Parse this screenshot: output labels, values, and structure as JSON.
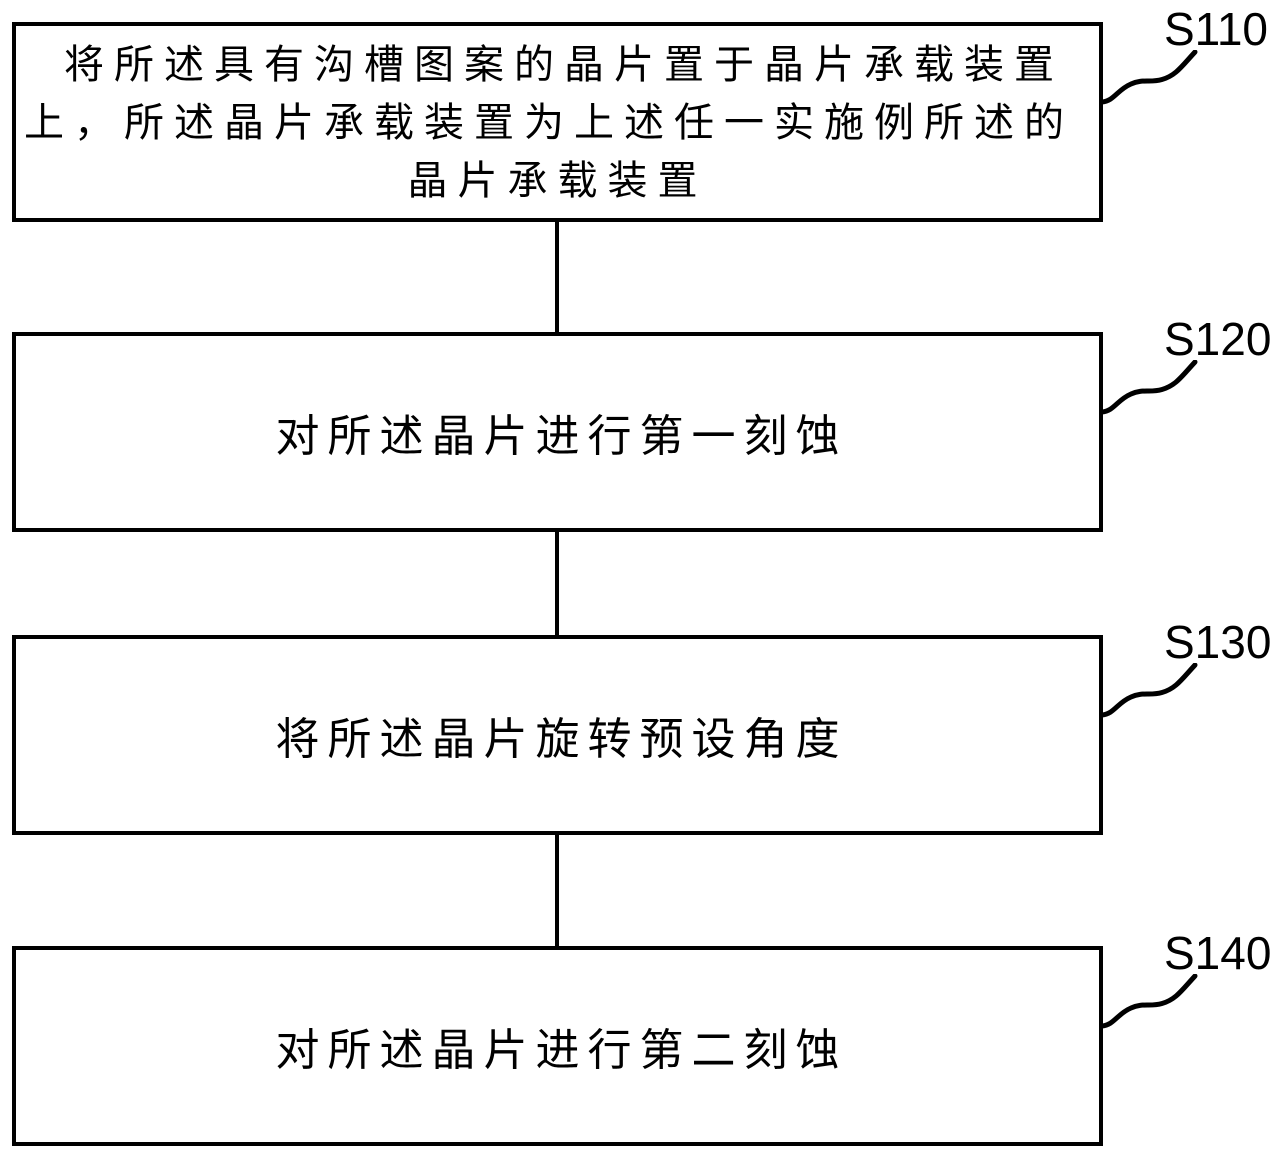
{
  "figure": {
    "background": "#ffffff",
    "stroke": "#000000",
    "text_color": "#000000",
    "type": "patent-method-flowchart"
  },
  "steps": [
    {
      "label": "S110",
      "lines": [
        "将所述具有沟槽图案的晶片置于晶片承载装置",
        "上，所述晶片承载装置为上述任一实施例所述的",
        "晶片承载装置"
      ]
    },
    {
      "label": "S120",
      "lines": [
        "对所述晶片进行第一刻蚀"
      ]
    },
    {
      "label": "S130",
      "lines": [
        "将所述晶片旋转预设角度"
      ]
    },
    {
      "label": "S140",
      "lines": [
        "对所述晶片进行第二刻蚀"
      ]
    }
  ]
}
